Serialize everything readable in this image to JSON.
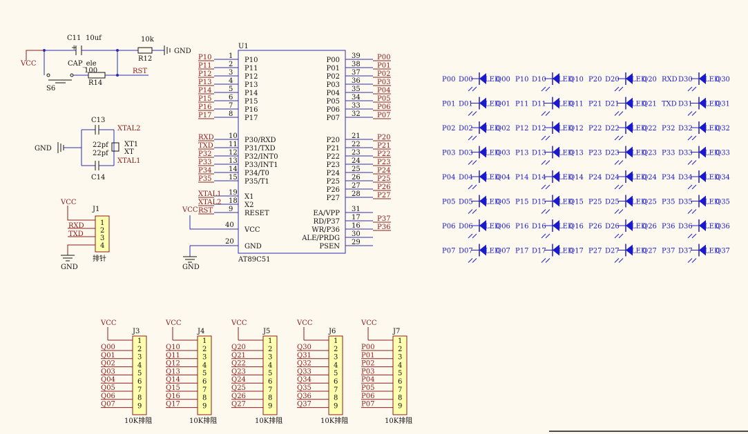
{
  "power": {
    "vcc": "VCC",
    "gnd": "GND"
  },
  "reset_circuit": {
    "cap_ref": "C11",
    "cap_val": "10uf",
    "cap_type": "CAP_ele",
    "res1_ref": "R12",
    "res1_val": "10k",
    "res2_ref": "R14",
    "res2_val": "100",
    "switch_ref": "S6",
    "rst_net": "RST"
  },
  "crystal_circuit": {
    "c1_ref": "C13",
    "c1_val": "22pf",
    "c2_ref": "C14",
    "c2_val": "22pf",
    "xt_ref": "XT1",
    "xt_val": "XT",
    "xtal2": "XTAL2",
    "xtal1": "XTAL1"
  },
  "connector_j1": {
    "ref": "J1",
    "footprint": "排针",
    "pins": [
      "1",
      "2",
      "3",
      "4"
    ],
    "nets": [
      "RXD",
      "TXD"
    ]
  },
  "mcu": {
    "ref": "U1",
    "part": "AT89C51",
    "left_nets": [
      "P10",
      "P11",
      "P12",
      "P13",
      "P14",
      "P15",
      "P16",
      "P17"
    ],
    "left_pin_names": [
      "P10",
      "P11",
      "P12",
      "P13",
      "P14",
      "P15",
      "P16",
      "P17"
    ],
    "left_pin_nums": [
      "1",
      "2",
      "3",
      "4",
      "5",
      "6",
      "7",
      "8"
    ],
    "left2_nets": [
      "RXD",
      "TXD",
      "P32",
      "P33",
      "P34",
      "P35"
    ],
    "left2_pin_names": [
      "P30/RXD",
      "P31/TXD",
      "P32/INT0",
      "P33/INT1",
      "P34/T0",
      "P35/T1"
    ],
    "left2_pin_nums": [
      "10",
      "11",
      "12",
      "13",
      "14",
      "15"
    ],
    "xtal_nets": [
      "XTAL1",
      "XTAL2",
      "RST"
    ],
    "xtal_pin_names": [
      "X1",
      "X2",
      "RESET"
    ],
    "xtal_pin_nums": [
      "19",
      "18",
      "9"
    ],
    "vcc_pin_name": "VCC",
    "vcc_pin_num": "40",
    "gnd_pin_name": "GND",
    "gnd_pin_num": "20",
    "right_pin_names": [
      "P00",
      "P01",
      "P02",
      "P03",
      "P04",
      "P05",
      "P06",
      "P07"
    ],
    "right_pin_nums": [
      "39",
      "38",
      "37",
      "36",
      "35",
      "34",
      "33",
      "32"
    ],
    "right_nets": [
      "P00",
      "P01",
      "P02",
      "P03",
      "P04",
      "P05",
      "P06",
      "P07"
    ],
    "right2_pin_names": [
      "P20",
      "P21",
      "P22",
      "P23",
      "P24",
      "P25",
      "P26",
      "P27"
    ],
    "right2_pin_nums": [
      "21",
      "22",
      "23",
      "24",
      "25",
      "26",
      "27",
      "28"
    ],
    "right2_nets": [
      "P20",
      "P21",
      "P22",
      "P23",
      "P24",
      "P25",
      "P26",
      "P27"
    ],
    "right3_pin_names": [
      "EA/VPP",
      "RD/P37",
      "WR/P36",
      "ALE/PRDG",
      "PSEN"
    ],
    "right3_pin_nums": [
      "31",
      "17",
      "16",
      "30",
      "29"
    ],
    "right3_nets": [
      "P37",
      "P36"
    ]
  },
  "led_matrix": {
    "type": "LED",
    "columns": [
      {
        "nets": [
          "P00",
          "P01",
          "P02",
          "P03",
          "P04",
          "P05",
          "P06",
          "P07"
        ],
        "refs": [
          "D00",
          "D01",
          "D02",
          "D03",
          "D04",
          "D05",
          "D06",
          "D07"
        ],
        "outs": [
          "Q00",
          "Q01",
          "Q02",
          "Q03",
          "Q04",
          "Q05",
          "Q06",
          "Q07"
        ]
      },
      {
        "nets": [
          "P10",
          "P11",
          "P12",
          "P13",
          "P14",
          "P15",
          "P16",
          "P17"
        ],
        "refs": [
          "D10",
          "D11",
          "D12",
          "D13",
          "D14",
          "D15",
          "D16",
          "D17"
        ],
        "outs": [
          "Q10",
          "Q11",
          "Q12",
          "Q13",
          "Q14",
          "Q15",
          "Q16",
          "Q17"
        ]
      },
      {
        "nets": [
          "P20",
          "P21",
          "P22",
          "P23",
          "P24",
          "P25",
          "P26",
          "P27"
        ],
        "refs": [
          "D20",
          "D21",
          "D22",
          "D23",
          "D24",
          "D25",
          "D26",
          "D27"
        ],
        "outs": [
          "Q20",
          "Q21",
          "Q22",
          "Q23",
          "Q24",
          "Q25",
          "Q26",
          "Q27"
        ]
      },
      {
        "nets": [
          "RXD",
          "TXD",
          "P32",
          "P33",
          "P34",
          "P35",
          "P36",
          "P37"
        ],
        "refs": [
          "D30",
          "D31",
          "D32",
          "D33",
          "D34",
          "D35",
          "D36",
          "D37"
        ],
        "outs": [
          "Q30",
          "Q31",
          "Q32",
          "Q33",
          "Q34",
          "Q35",
          "Q36",
          "Q37"
        ]
      }
    ]
  },
  "resistor_arrays": [
    {
      "ref": "J3",
      "value": "10K排阻",
      "nets": [
        "Q00",
        "Q01",
        "Q02",
        "Q03",
        "Q04",
        "Q05",
        "Q06",
        "Q07"
      ]
    },
    {
      "ref": "J4",
      "value": "10K排阻",
      "nets": [
        "Q10",
        "Q11",
        "Q12",
        "Q13",
        "Q14",
        "Q15",
        "Q16",
        "Q17"
      ]
    },
    {
      "ref": "J5",
      "value": "10K排阻",
      "nets": [
        "Q20",
        "Q21",
        "Q22",
        "Q23",
        "Q24",
        "Q25",
        "Q26",
        "Q27"
      ]
    },
    {
      "ref": "J6",
      "value": "10K排阻",
      "nets": [
        "Q30",
        "Q31",
        "Q32",
        "Q33",
        "Q34",
        "Q35",
        "Q36",
        "Q37"
      ]
    },
    {
      "ref": "J7",
      "value": "10K排阻",
      "nets": [
        "P00",
        "P01",
        "P02",
        "P03",
        "P04",
        "P05",
        "P06",
        "P07"
      ]
    }
  ],
  "array_pins": [
    "1",
    "2",
    "3",
    "4",
    "5",
    "6",
    "7",
    "8",
    "9"
  ]
}
